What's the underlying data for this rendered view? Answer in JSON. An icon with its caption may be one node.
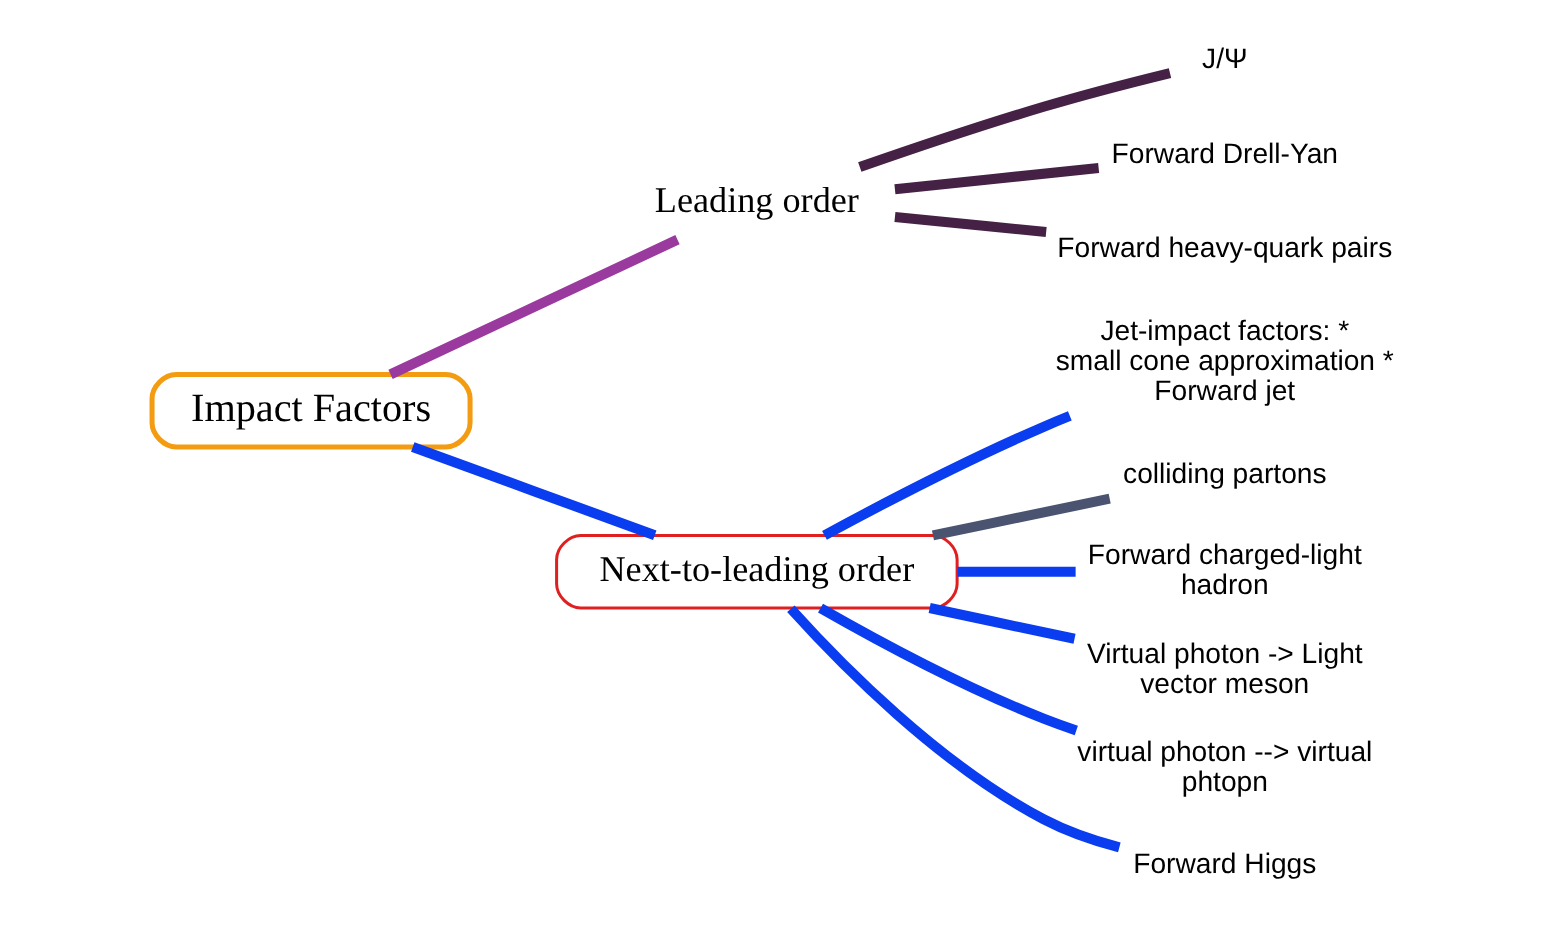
{
  "diagram": {
    "nodes": [
      {
        "text": [
          "Impact Factors"
        ]
      },
      {
        "text": [
          "Leading order"
        ]
      },
      {
        "text": [
          "J/Ψ"
        ]
      },
      {
        "text": [
          "Forward Drell-Yan"
        ]
      },
      {
        "text": [
          "Forward heavy-quark pairs"
        ]
      },
      {
        "text": [
          "Next-to-leading order"
        ]
      },
      {
        "text": [
          "Jet-impact factors: * small cone approximation * Forward jet"
        ]
      },
      {
        "text": [
          "colliding partons"
        ]
      },
      {
        "text": [
          "Forward charged-light hadron"
        ]
      },
      {
        "text": [
          "Virtual photon -> Light vector meson"
        ]
      },
      {
        "text": [
          "virtual photon --> virtual phtopn"
        ]
      },
      {
        "text": [
          "Forward Higgs"
        ]
      }
    ],
    "edges": [
      {
        "from": 0,
        "to": 1,
        "arrow": "none",
        "color": "#9b3a9e"
      },
      {
        "from": 1,
        "to": 2,
        "arrow": "none",
        "color": "#452245"
      },
      {
        "from": 1,
        "to": 3,
        "arrow": "none",
        "color": "#452245"
      },
      {
        "from": 1,
        "to": 4,
        "arrow": "none",
        "color": "#452245"
      },
      {
        "from": 0,
        "to": 5,
        "arrow": "none"
      },
      {
        "from": 5,
        "to": 6,
        "arrow": "none"
      },
      {
        "from": 5,
        "to": 7,
        "arrow": "none",
        "color": "#4a5470"
      },
      {
        "from": 5,
        "to": 8,
        "arrow": "none"
      },
      {
        "from": 5,
        "to": 9,
        "arrow": "none"
      },
      {
        "from": 5,
        "to": 10,
        "arrow": "none"
      },
      {
        "from": 5,
        "to": 11,
        "arrow": "none"
      }
    ]
  }
}
